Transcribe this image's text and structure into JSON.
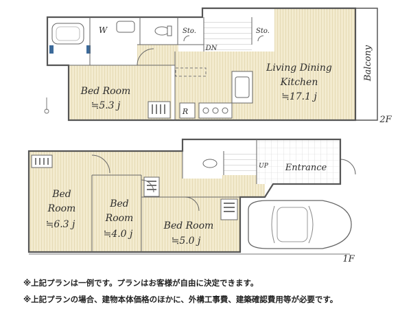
{
  "floor2": {
    "label": "2F",
    "balcony": "Balcony",
    "ldk_name_1": "Living Dining",
    "ldk_name_2": "Kitchen",
    "ldk_size": "≒17.1 j",
    "bedroom_name": "Bed Room",
    "bedroom_size": "≒5.3 j",
    "wardrobe": "W",
    "storage_left": "Sto.",
    "storage_right": "Sto.",
    "stair_dir": "DN",
    "r_label": "R"
  },
  "floor1": {
    "label": "1F",
    "bed1_name_1": "Bed",
    "bed1_name_2": "Room",
    "bed1_size": "≒6.3 j",
    "bed2_name_1": "Bed",
    "bed2_name_2": "Room",
    "bed2_size": "≒4.0 j",
    "bed3_name": "Bed Room",
    "bed3_size": "≒5.0 j",
    "entrance": "Entrance",
    "stair_dir": "UP"
  },
  "notes": {
    "line1": "※上記プランは一例です。プランはお客様が自由に決定できます。",
    "line2": "※上記プランの場合、建物本体価格のほかに、外構工事費、建築確認費用等が必要です。"
  },
  "colors": {
    "wood": "#f3ebcf",
    "wall": "#555555",
    "text": "#2c2c2c"
  }
}
